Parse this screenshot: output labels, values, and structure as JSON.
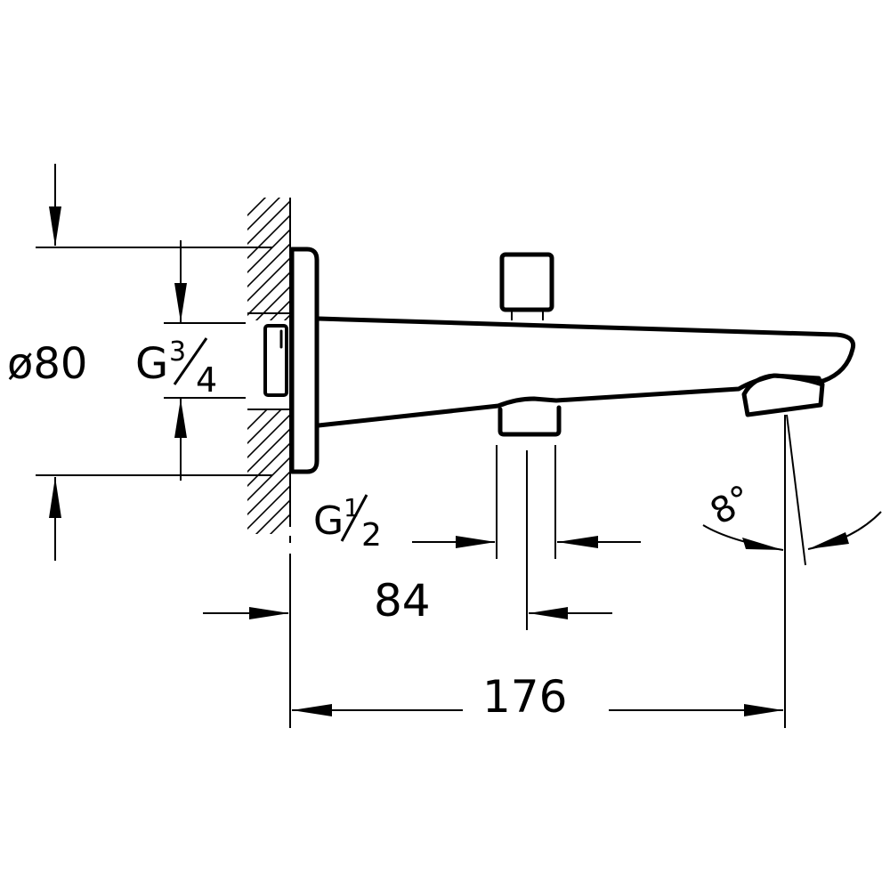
{
  "drawing": {
    "title": "Bath spout technical drawing",
    "stroke_color": "#000000",
    "background_color": "#ffffff"
  },
  "dimensions": {
    "escutcheon_diameter": "ø80",
    "inlet_thread": {
      "prefix": "G",
      "numerator": "3",
      "denominator": "4"
    },
    "diverter_thread": {
      "prefix": "G",
      "numerator": "1",
      "denominator": "2"
    },
    "diverter_offset": "84",
    "projection": "176",
    "outlet_angle": "8°"
  }
}
